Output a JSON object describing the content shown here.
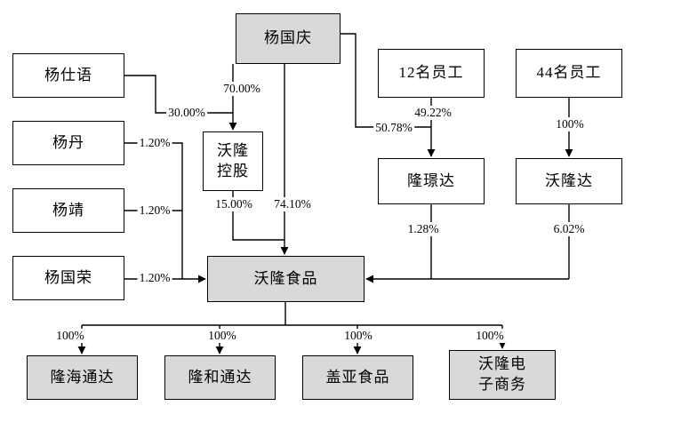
{
  "diagram": {
    "nodes": {
      "yang_guoqing": {
        "label": "杨国庆"
      },
      "yang_shiyu": {
        "label": "杨仕语"
      },
      "yang_dan": {
        "label": "杨丹"
      },
      "yang_jing": {
        "label": "杨靖"
      },
      "yang_guorong": {
        "label": "杨国荣"
      },
      "employees_12": {
        "label": "12名员工"
      },
      "employees_44": {
        "label": "44名员工"
      },
      "wolong_holdings": {
        "label": "沃隆\n控股"
      },
      "long_jingda": {
        "label": "隆璟达"
      },
      "wolongda": {
        "label": "沃隆达"
      },
      "wolong_foods": {
        "label": "沃隆食品"
      },
      "longhai_tongda": {
        "label": "隆海通达"
      },
      "longhe_tongda": {
        "label": "隆和通达"
      },
      "gaia_foods": {
        "label": "盖亚食品"
      },
      "wolong_ecommerce": {
        "label": "沃隆电\n子商务"
      }
    },
    "edges": {
      "guoqing_to_holdings": {
        "pct": "70.00%"
      },
      "shiyu_to_holdings": {
        "pct": "30.00%"
      },
      "dan_to_foods": {
        "pct": "1.20%"
      },
      "jing_to_foods": {
        "pct": "1.20%"
      },
      "guorong_to_foods": {
        "pct": "1.20%"
      },
      "holdings_to_foods": {
        "pct": "15.00%"
      },
      "guoqing_to_foods": {
        "pct": "74.10%"
      },
      "emp12_to_longjingda": {
        "pct": "49.22%"
      },
      "guoqing_to_longjingda": {
        "pct": "50.78%"
      },
      "emp44_to_wolongda": {
        "pct": "100%"
      },
      "longjingda_to_foods": {
        "pct": "1.28%"
      },
      "wolongda_to_foods": {
        "pct": "6.02%"
      },
      "foods_to_longhai": {
        "pct": "100%"
      },
      "foods_to_longhe": {
        "pct": "100%"
      },
      "foods_to_gaia": {
        "pct": "100%"
      },
      "foods_to_ecommerce": {
        "pct": "100%"
      }
    },
    "colors": {
      "highlight_fill": "#d9d9d9",
      "box_border": "#000000",
      "line": "#000000",
      "background": "#ffffff"
    }
  }
}
